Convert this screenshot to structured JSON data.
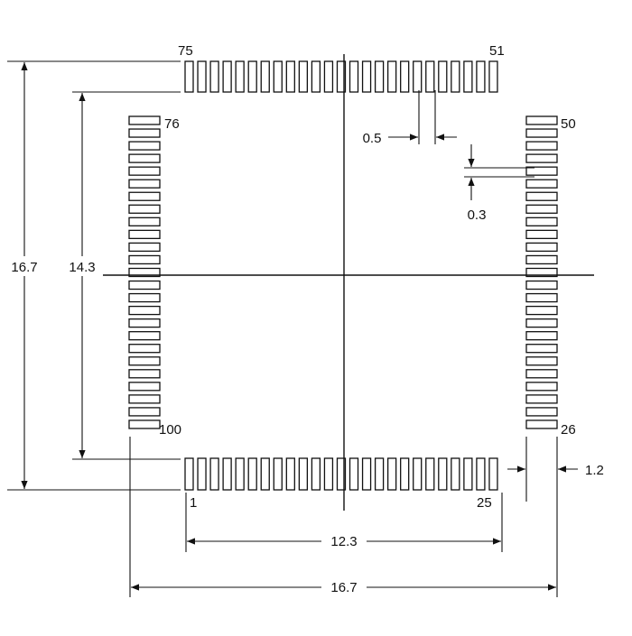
{
  "diagram": {
    "title": "",
    "pin_labels": {
      "top_left": "75",
      "top_right": "51",
      "left_top": "76",
      "left_bottom": "100",
      "right_top": "50",
      "right_bottom": "26",
      "bottom_left": "1",
      "bottom_right": "25"
    },
    "dimensions": {
      "pad_pitch": "0.5",
      "pad_width": "0.3",
      "pad_length": "1.2",
      "inner_span_vertical": "14.3",
      "outer_span_vertical": "16.7",
      "inner_span_horizontal": "12.3",
      "outer_span_horizontal": "16.7"
    },
    "pads_per_side": 25,
    "colors": {
      "stroke": "#111111",
      "background": "#ffffff"
    }
  }
}
